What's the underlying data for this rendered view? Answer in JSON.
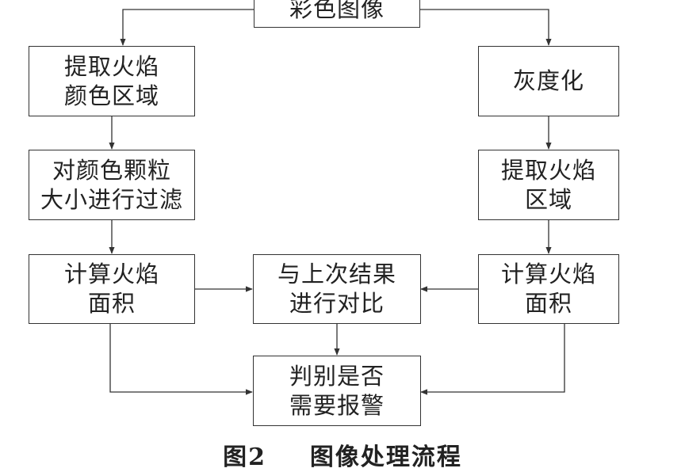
{
  "diagram": {
    "nodes": {
      "color_image": "彩色图像",
      "extract_flame_color": "提取火焰\n颜色区域",
      "grayscale": "灰度化",
      "filter_particles": "对颜色颗粒\n大小进行过滤",
      "extract_flame_region": "提取火焰\n区域",
      "calc_area_left": "计算火焰\n面积",
      "compare": "与上次结果\n进行对比",
      "calc_area_right": "计算火焰\n面积",
      "judge_alarm": "判别是否\n需要报警"
    },
    "edges": [
      {
        "from": "color_image",
        "to": "extract_flame_color"
      },
      {
        "from": "color_image",
        "to": "grayscale"
      },
      {
        "from": "extract_flame_color",
        "to": "filter_particles"
      },
      {
        "from": "filter_particles",
        "to": "calc_area_left"
      },
      {
        "from": "grayscale",
        "to": "extract_flame_region"
      },
      {
        "from": "extract_flame_region",
        "to": "calc_area_right"
      },
      {
        "from": "calc_area_left",
        "to": "compare"
      },
      {
        "from": "calc_area_right",
        "to": "compare"
      },
      {
        "from": "compare",
        "to": "judge_alarm"
      },
      {
        "from": "calc_area_left",
        "to": "judge_alarm"
      },
      {
        "from": "calc_area_right",
        "to": "judge_alarm"
      }
    ]
  },
  "caption": {
    "figure_number": "图2",
    "title": "图像处理流程"
  }
}
